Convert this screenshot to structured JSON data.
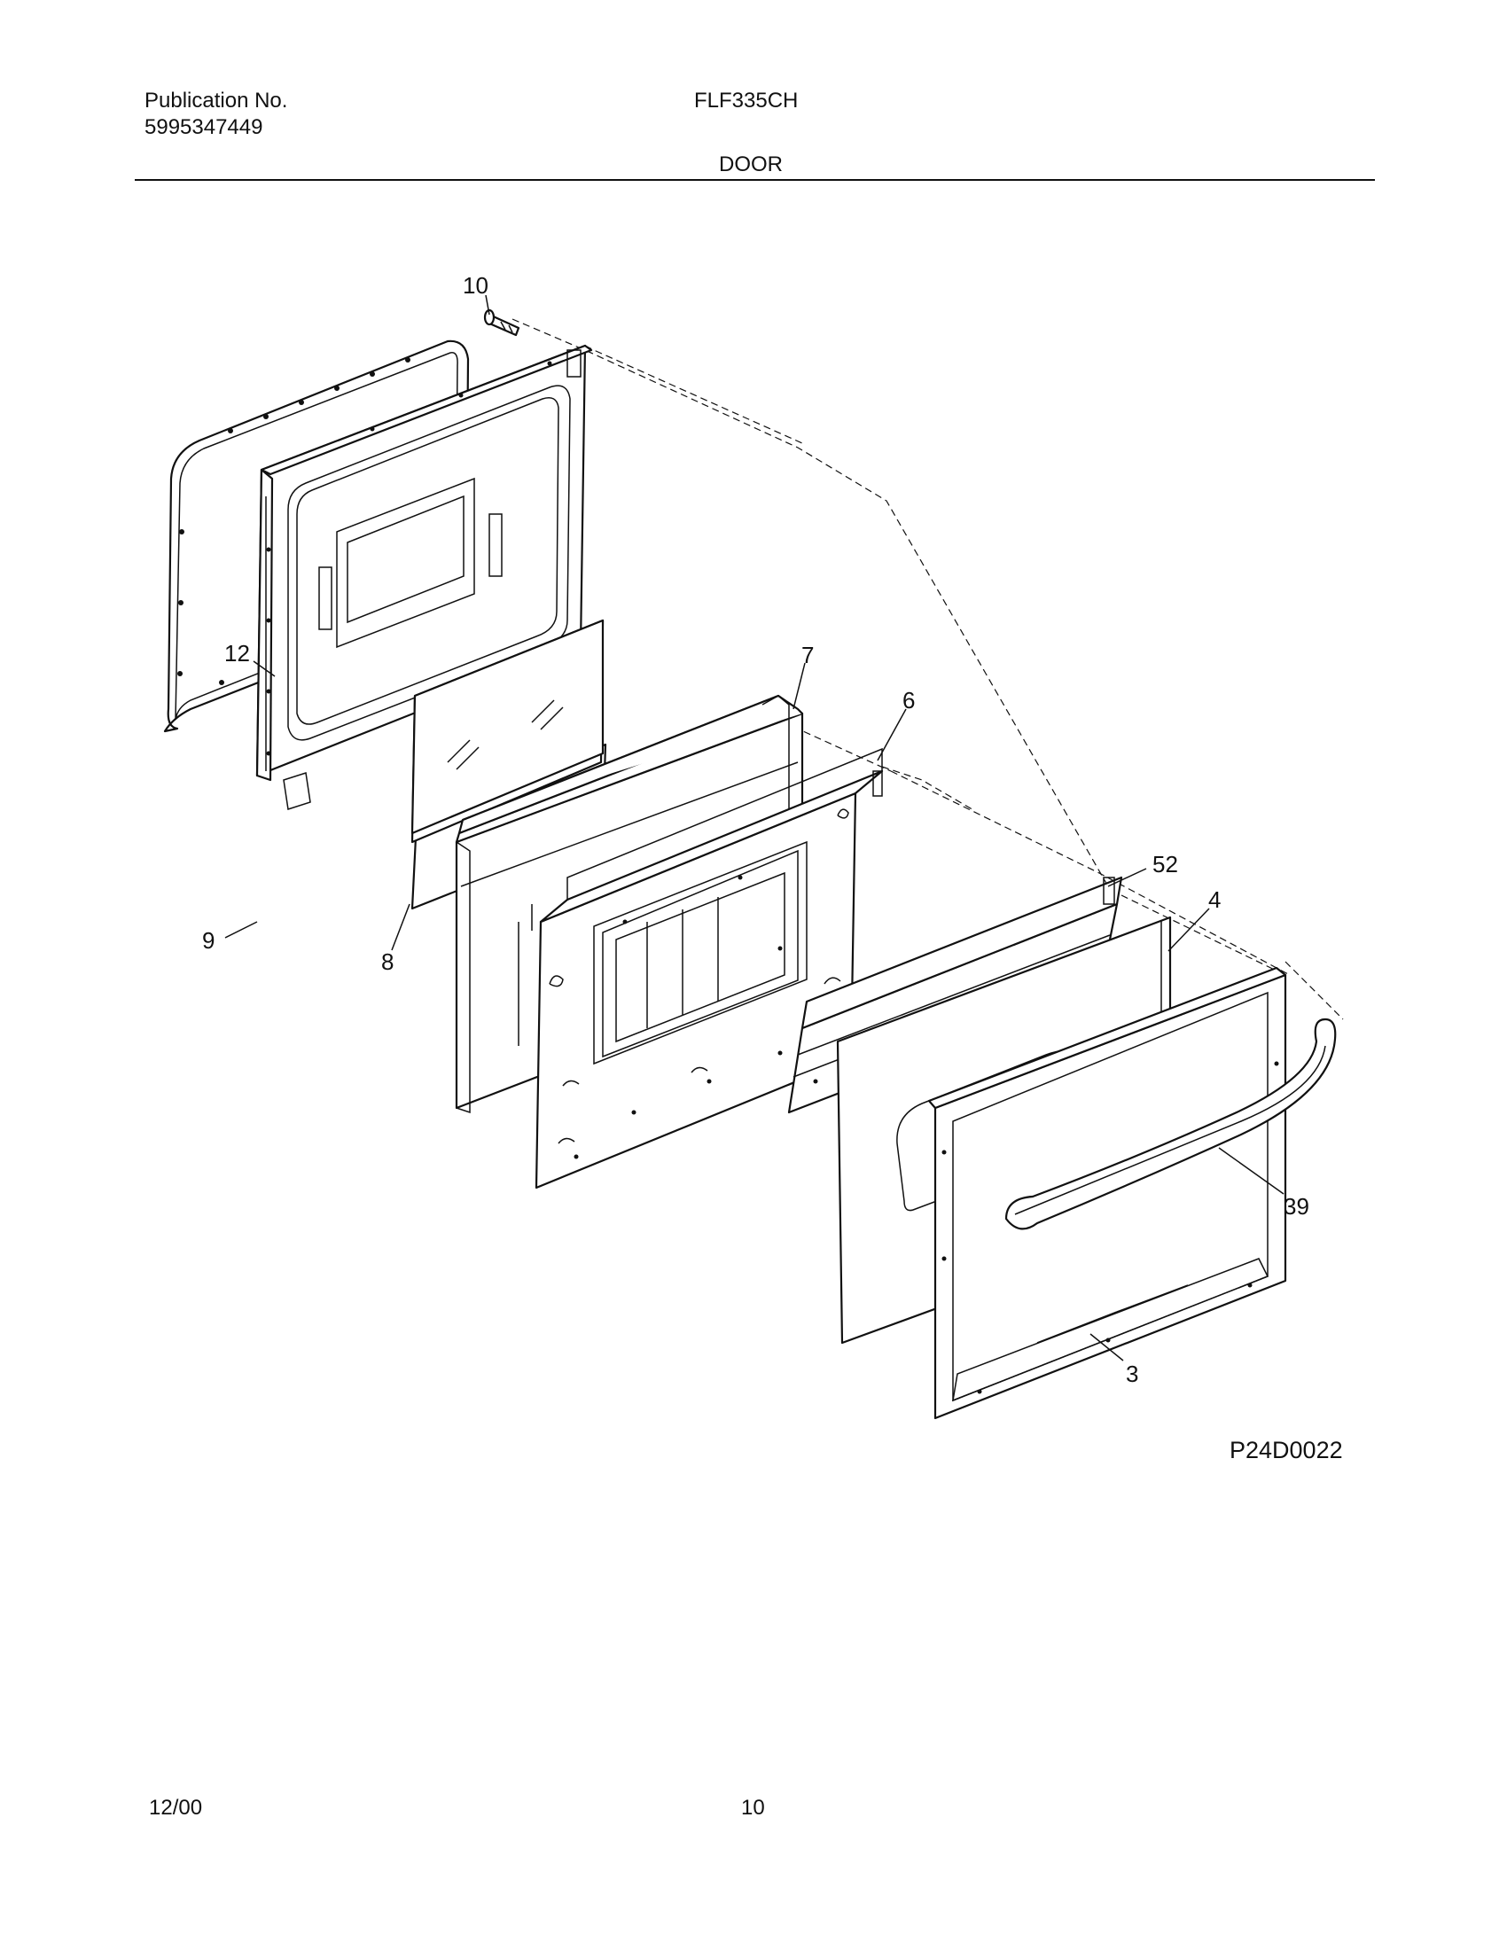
{
  "header": {
    "publication_label": "Publication No.",
    "publication_number": "5995347449",
    "model": "FLF335CH",
    "section": "DOOR"
  },
  "diagram": {
    "code": "P24D0022",
    "callouts": [
      "10",
      "12",
      "7",
      "6",
      "52",
      "4",
      "9",
      "8",
      "39",
      "3"
    ]
  },
  "footer": {
    "date": "12/00",
    "page": "10"
  }
}
